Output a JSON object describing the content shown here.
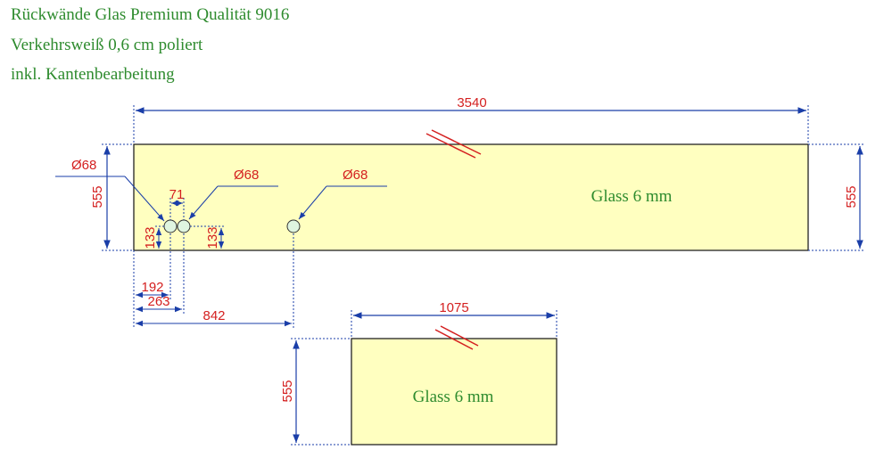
{
  "header": {
    "line1": "Rückwände Glas Premium Qualität 9016",
    "line2": "Verkehrsweiß 0,6 cm poliert",
    "line3": "inkl. Kantenbearbeitung"
  },
  "colors": {
    "title": "#2e8b2e",
    "panel_fill": "#ffffc0",
    "dimension": "#d42020",
    "dimension_line": "#1a3ea8"
  },
  "panel_main": {
    "label": "Glass 6 mm",
    "width": "3540",
    "height_left": "555",
    "height_right": "555",
    "holes": [
      {
        "label": "Ø68"
      },
      {
        "label": "Ø68"
      },
      {
        "label": "Ø68"
      }
    ],
    "hole_spacing": "71",
    "hole_height_left": "133",
    "hole_height_right": "133",
    "offsets": [
      "192",
      "263",
      "842"
    ]
  },
  "panel_small": {
    "label": "Glass 6 mm",
    "width": "1075",
    "height": "555"
  }
}
